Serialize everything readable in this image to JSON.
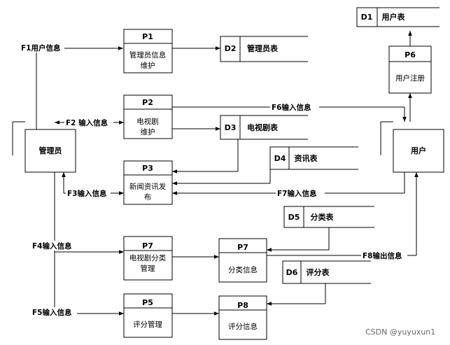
{
  "processes": {
    "p1": {
      "id": "P1",
      "name_line1": "管理员信息",
      "name_line2": "维护"
    },
    "p2": {
      "id": "P2",
      "name_line1": "电视剧",
      "name_line2": "维护"
    },
    "p3": {
      "id": "P3",
      "name_line1": "新闻资讯发",
      "name_line2": "布"
    },
    "p6": {
      "id": "P6",
      "name_line1": "用户注册"
    },
    "p7a": {
      "id": "P7",
      "name_line1": "电视剧分类",
      "name_line2": "管理"
    },
    "p7b": {
      "id": "P7",
      "name_line1": "分类信息"
    },
    "p5": {
      "id": "P5",
      "name_line1": "评分管理"
    },
    "p8": {
      "id": "P8",
      "name_line1": "评分信息"
    }
  },
  "stores": {
    "d1": {
      "id": "D1",
      "name": "用户表"
    },
    "d2": {
      "id": "D2",
      "name": "管理员表"
    },
    "d3": {
      "id": "D3",
      "name": "电视剧表"
    },
    "d4": {
      "id": "D4",
      "name": "资讯表"
    },
    "d5": {
      "id": "D5",
      "name": "分类表"
    },
    "d6": {
      "id": "D6",
      "name": "评分表"
    }
  },
  "entities": {
    "admin": "管理员",
    "user": "用户"
  },
  "flows": {
    "f1": "F1用户信息",
    "f2": "F2 输入信息",
    "f3": "F3输入信息",
    "f4": "F4输入信息",
    "f5": "F5输入信息",
    "f6": "F6输入信息",
    "f7": "F7输入信息",
    "f8": "F8输出信息"
  },
  "watermark": "CSDN @yuyuxun1"
}
